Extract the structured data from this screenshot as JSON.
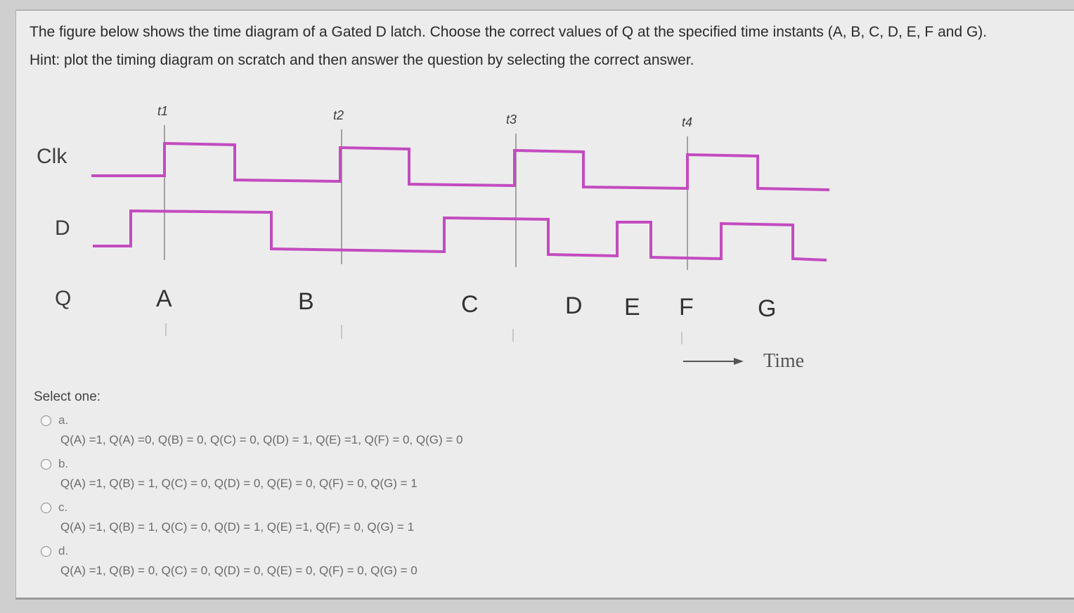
{
  "question": {
    "line1": "The figure below shows the time diagram of a Gated D latch. Choose the correct values of Q at the specified time instants (A, B, C, D, E, F and G).",
    "line2": "Hint: plot the timing diagram on scratch and then answer the question by selecting the correct answer."
  },
  "diagram": {
    "signals": {
      "clk": "Clk",
      "d": "D",
      "q": "Q"
    },
    "time_marks": [
      "t1",
      "t2",
      "t3",
      "t4"
    ],
    "points": [
      "A",
      "B",
      "C",
      "D",
      "E",
      "F",
      "G"
    ],
    "time_axis_label": "Time",
    "wave_color": "#c34bc0"
  },
  "answers": {
    "prompt": "Select one:",
    "options": [
      {
        "letter": "a.",
        "text": "Q(A) =1, Q(A) =0, Q(B) = 0, Q(C) = 0, Q(D) = 1, Q(E) =1, Q(F) = 0, Q(G) = 0"
      },
      {
        "letter": "b.",
        "text": "Q(A) =1, Q(B) = 1, Q(C) = 0, Q(D) = 0, Q(E) = 0, Q(F) = 0, Q(G) = 1"
      },
      {
        "letter": "c.",
        "text": "Q(A) =1, Q(B) = 1, Q(C) = 0, Q(D) = 1, Q(E) =1, Q(F) = 0, Q(G) = 1"
      },
      {
        "letter": "d.",
        "text": "Q(A) =1, Q(B) = 0, Q(C) = 0, Q(D) = 0, Q(E) = 0, Q(F) = 0, Q(G) = 0"
      }
    ]
  }
}
